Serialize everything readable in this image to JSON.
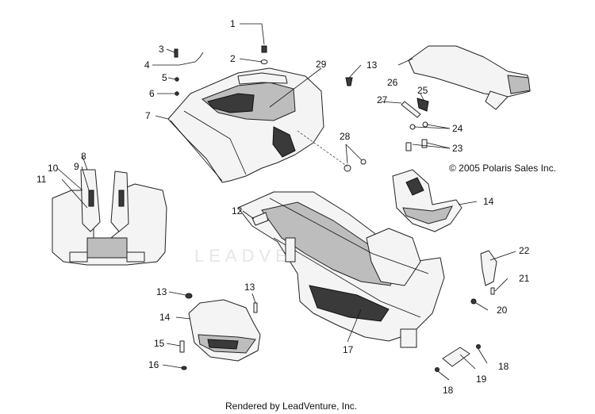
{
  "watermark": "LEADVENTURE",
  "copyright": "© 2005 Polaris Sales Inc.",
  "footer": "Rendered by LeadVenture, Inc.",
  "callouts": [
    {
      "id": "c1",
      "label": "1"
    },
    {
      "id": "c2",
      "label": "2"
    },
    {
      "id": "c3",
      "label": "3"
    },
    {
      "id": "c4",
      "label": "4"
    },
    {
      "id": "c5",
      "label": "5"
    },
    {
      "id": "c6",
      "label": "6"
    },
    {
      "id": "c7",
      "label": "7"
    },
    {
      "id": "c8",
      "label": "8"
    },
    {
      "id": "c9",
      "label": "9"
    },
    {
      "id": "c10",
      "label": "10"
    },
    {
      "id": "c11",
      "label": "11"
    },
    {
      "id": "c12",
      "label": "12"
    },
    {
      "id": "c13a",
      "label": "13"
    },
    {
      "id": "c13b",
      "label": "13"
    },
    {
      "id": "c13c",
      "label": "13"
    },
    {
      "id": "c14a",
      "label": "14"
    },
    {
      "id": "c14b",
      "label": "14"
    },
    {
      "id": "c15",
      "label": "15"
    },
    {
      "id": "c16",
      "label": "16"
    },
    {
      "id": "c17",
      "label": "17"
    },
    {
      "id": "c18a",
      "label": "18"
    },
    {
      "id": "c18b",
      "label": "18"
    },
    {
      "id": "c19",
      "label": "19"
    },
    {
      "id": "c20",
      "label": "20"
    },
    {
      "id": "c21",
      "label": "21"
    },
    {
      "id": "c22",
      "label": "22"
    },
    {
      "id": "c23",
      "label": "23"
    },
    {
      "id": "c24",
      "label": "24"
    },
    {
      "id": "c25",
      "label": "25"
    },
    {
      "id": "c26",
      "label": "26"
    },
    {
      "id": "c27",
      "label": "27"
    },
    {
      "id": "c28",
      "label": "28"
    },
    {
      "id": "c29",
      "label": "29"
    }
  ]
}
